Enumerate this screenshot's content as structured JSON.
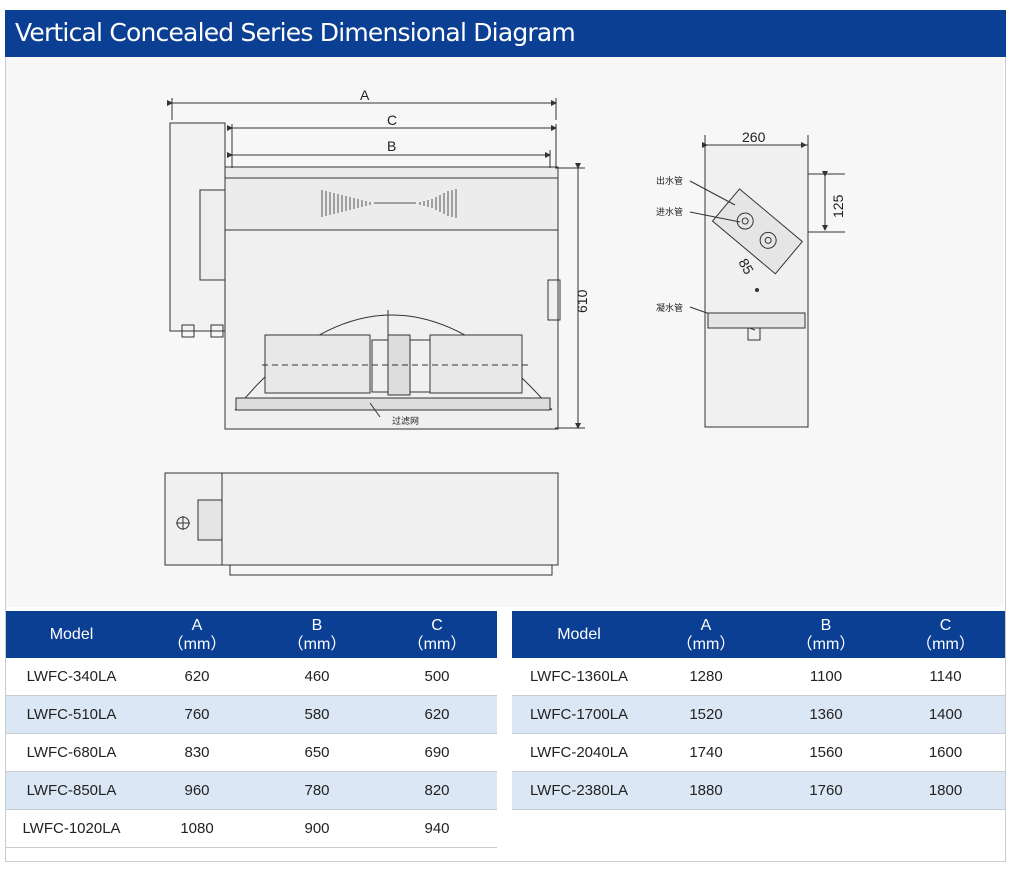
{
  "title": "Vertical Concealed Series Dimensional Diagram",
  "diagram": {
    "label_a": "A",
    "label_b": "B",
    "label_c": "C",
    "label_610": "610",
    "label_260": "260",
    "label_125": "125",
    "label_85": "85",
    "label_outlet": "出水管",
    "label_inlet": "进水管",
    "label_drain": "凝水管",
    "label_filter": "过滤网"
  },
  "table_headers": {
    "model": "Model",
    "a_letter": "A",
    "b_letter": "B",
    "c_letter": "C",
    "unit": "（mm）"
  },
  "table_left": [
    [
      "LWFC-340LA",
      "620",
      "460",
      "500"
    ],
    [
      "LWFC-510LA",
      "760",
      "580",
      "620"
    ],
    [
      "LWFC-680LA",
      "830",
      "650",
      "690"
    ],
    [
      "LWFC-850LA",
      "960",
      "780",
      "820"
    ],
    [
      "LWFC-1020LA",
      "1080",
      "900",
      "940"
    ]
  ],
  "table_right": [
    [
      "LWFC-1360LA",
      "1280",
      "1100",
      "1140"
    ],
    [
      "LWFC-1700LA",
      "1520",
      "1360",
      "1400"
    ],
    [
      "LWFC-2040LA",
      "1740",
      "1560",
      "1600"
    ],
    [
      "LWFC-2380LA",
      "1880",
      "1760",
      "1800"
    ]
  ],
  "colors": {
    "header_blue": "#0a3f93",
    "row_alt": "#dce7f5"
  }
}
